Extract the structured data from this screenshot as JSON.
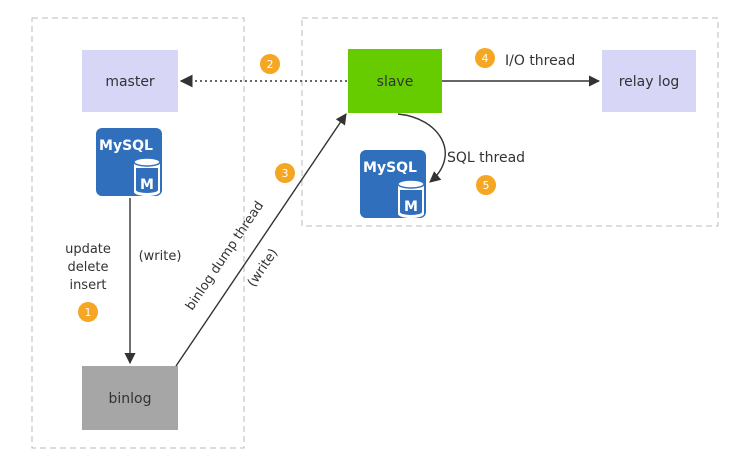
{
  "colors": {
    "master_fill": "#d7d6f7",
    "relay_fill": "#d7d6f7",
    "slave_fill": "#66cc00",
    "binlog_fill": "#a6a6a6",
    "badge_fill": "#f5a623",
    "mysql_blue": "#2f6fbb",
    "line": "#333333",
    "dashed_border": "#bbbbbb"
  },
  "nodes": {
    "master": "master",
    "slave": "slave",
    "relay_log": "relay log",
    "binlog": "binlog"
  },
  "mysql_icon": {
    "brand": "MySQL",
    "letter": "M"
  },
  "labels": {
    "update": "update",
    "delete": "delete",
    "insert": "insert",
    "write_left": "(write)",
    "binlog_dump_thread": "binlog dump thread",
    "write_diag": "(write)",
    "io_thread": "I/O thread",
    "sql_thread": "SQL thread"
  },
  "steps": [
    "1",
    "2",
    "3",
    "4",
    "5"
  ]
}
